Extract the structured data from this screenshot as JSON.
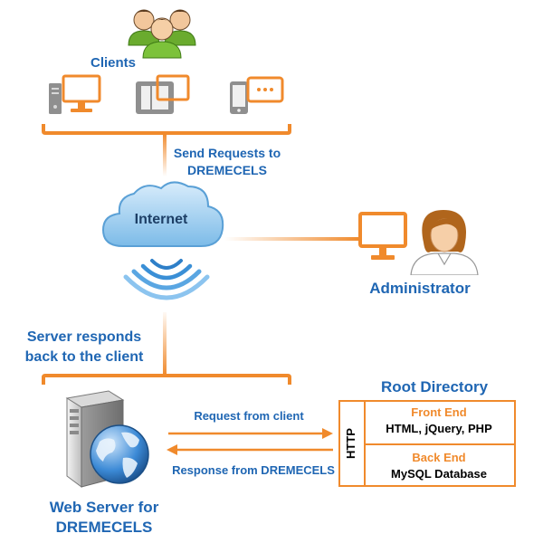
{
  "clients": {
    "label": "Clients"
  },
  "arrows": {
    "send_line1": "Send Requests to",
    "send_line2": "DREMECELS",
    "respond_line1": "Server responds",
    "respond_line2": "back to the client"
  },
  "internet": {
    "label": "Internet"
  },
  "administrator": {
    "label": "Administrator"
  },
  "server": {
    "line1": "Web Server for",
    "line2": "DREMECELS"
  },
  "flows": {
    "request": "Request from client",
    "response": "Response from DREMECELS"
  },
  "root": {
    "title": "Root Directory",
    "protocol": "HTTP",
    "front_title": "Front End",
    "front_body": "HTML, jQuery, PHP",
    "back_title": "Back End",
    "back_body": "MySQL Database"
  },
  "colors": {
    "orange": "#f08a2c",
    "blue": "#1f66b3",
    "gray": "#8a8a8a",
    "green": "#6aab2e"
  },
  "icons": [
    "users-icon",
    "desktop-icon",
    "tablet-icon",
    "mobile-icon",
    "cloud-icon",
    "wifi-signal-icon",
    "admin-icon",
    "monitor-icon",
    "server-icon",
    "globe-icon",
    "arrow-right-icon",
    "arrow-left-icon"
  ]
}
